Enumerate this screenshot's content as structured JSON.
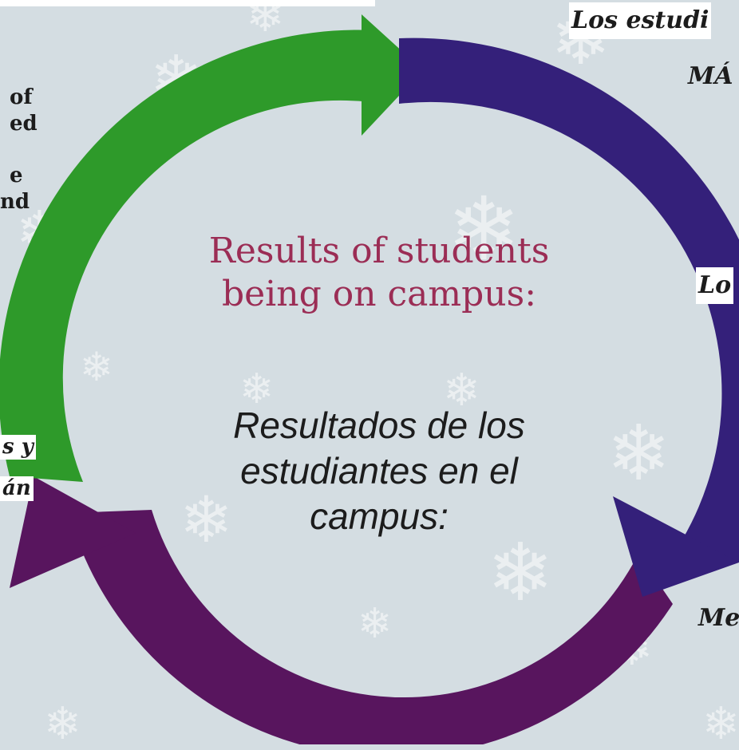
{
  "diagram": {
    "center_title": "Results of students being on campus:",
    "center_subtitle": "Resultados de los estudiantes en el campus:"
  },
  "left_text": {
    "lines": [
      "of",
      "ed",
      "e",
      "nd"
    ],
    "spanish_lines": [
      "s y",
      "án"
    ]
  },
  "right_text": {
    "top_line1": "Los estudi",
    "top_line2": "MÁ",
    "middle": "Lo",
    "bottom": "Me"
  },
  "colors": {
    "background": "#d4dde2",
    "green_arrow": "#2e9a2a",
    "blue_arrow": "#34207a",
    "purple_arrow": "#58155e",
    "title": "#9b2d55"
  },
  "icons": [
    "snowflake-icon"
  ]
}
